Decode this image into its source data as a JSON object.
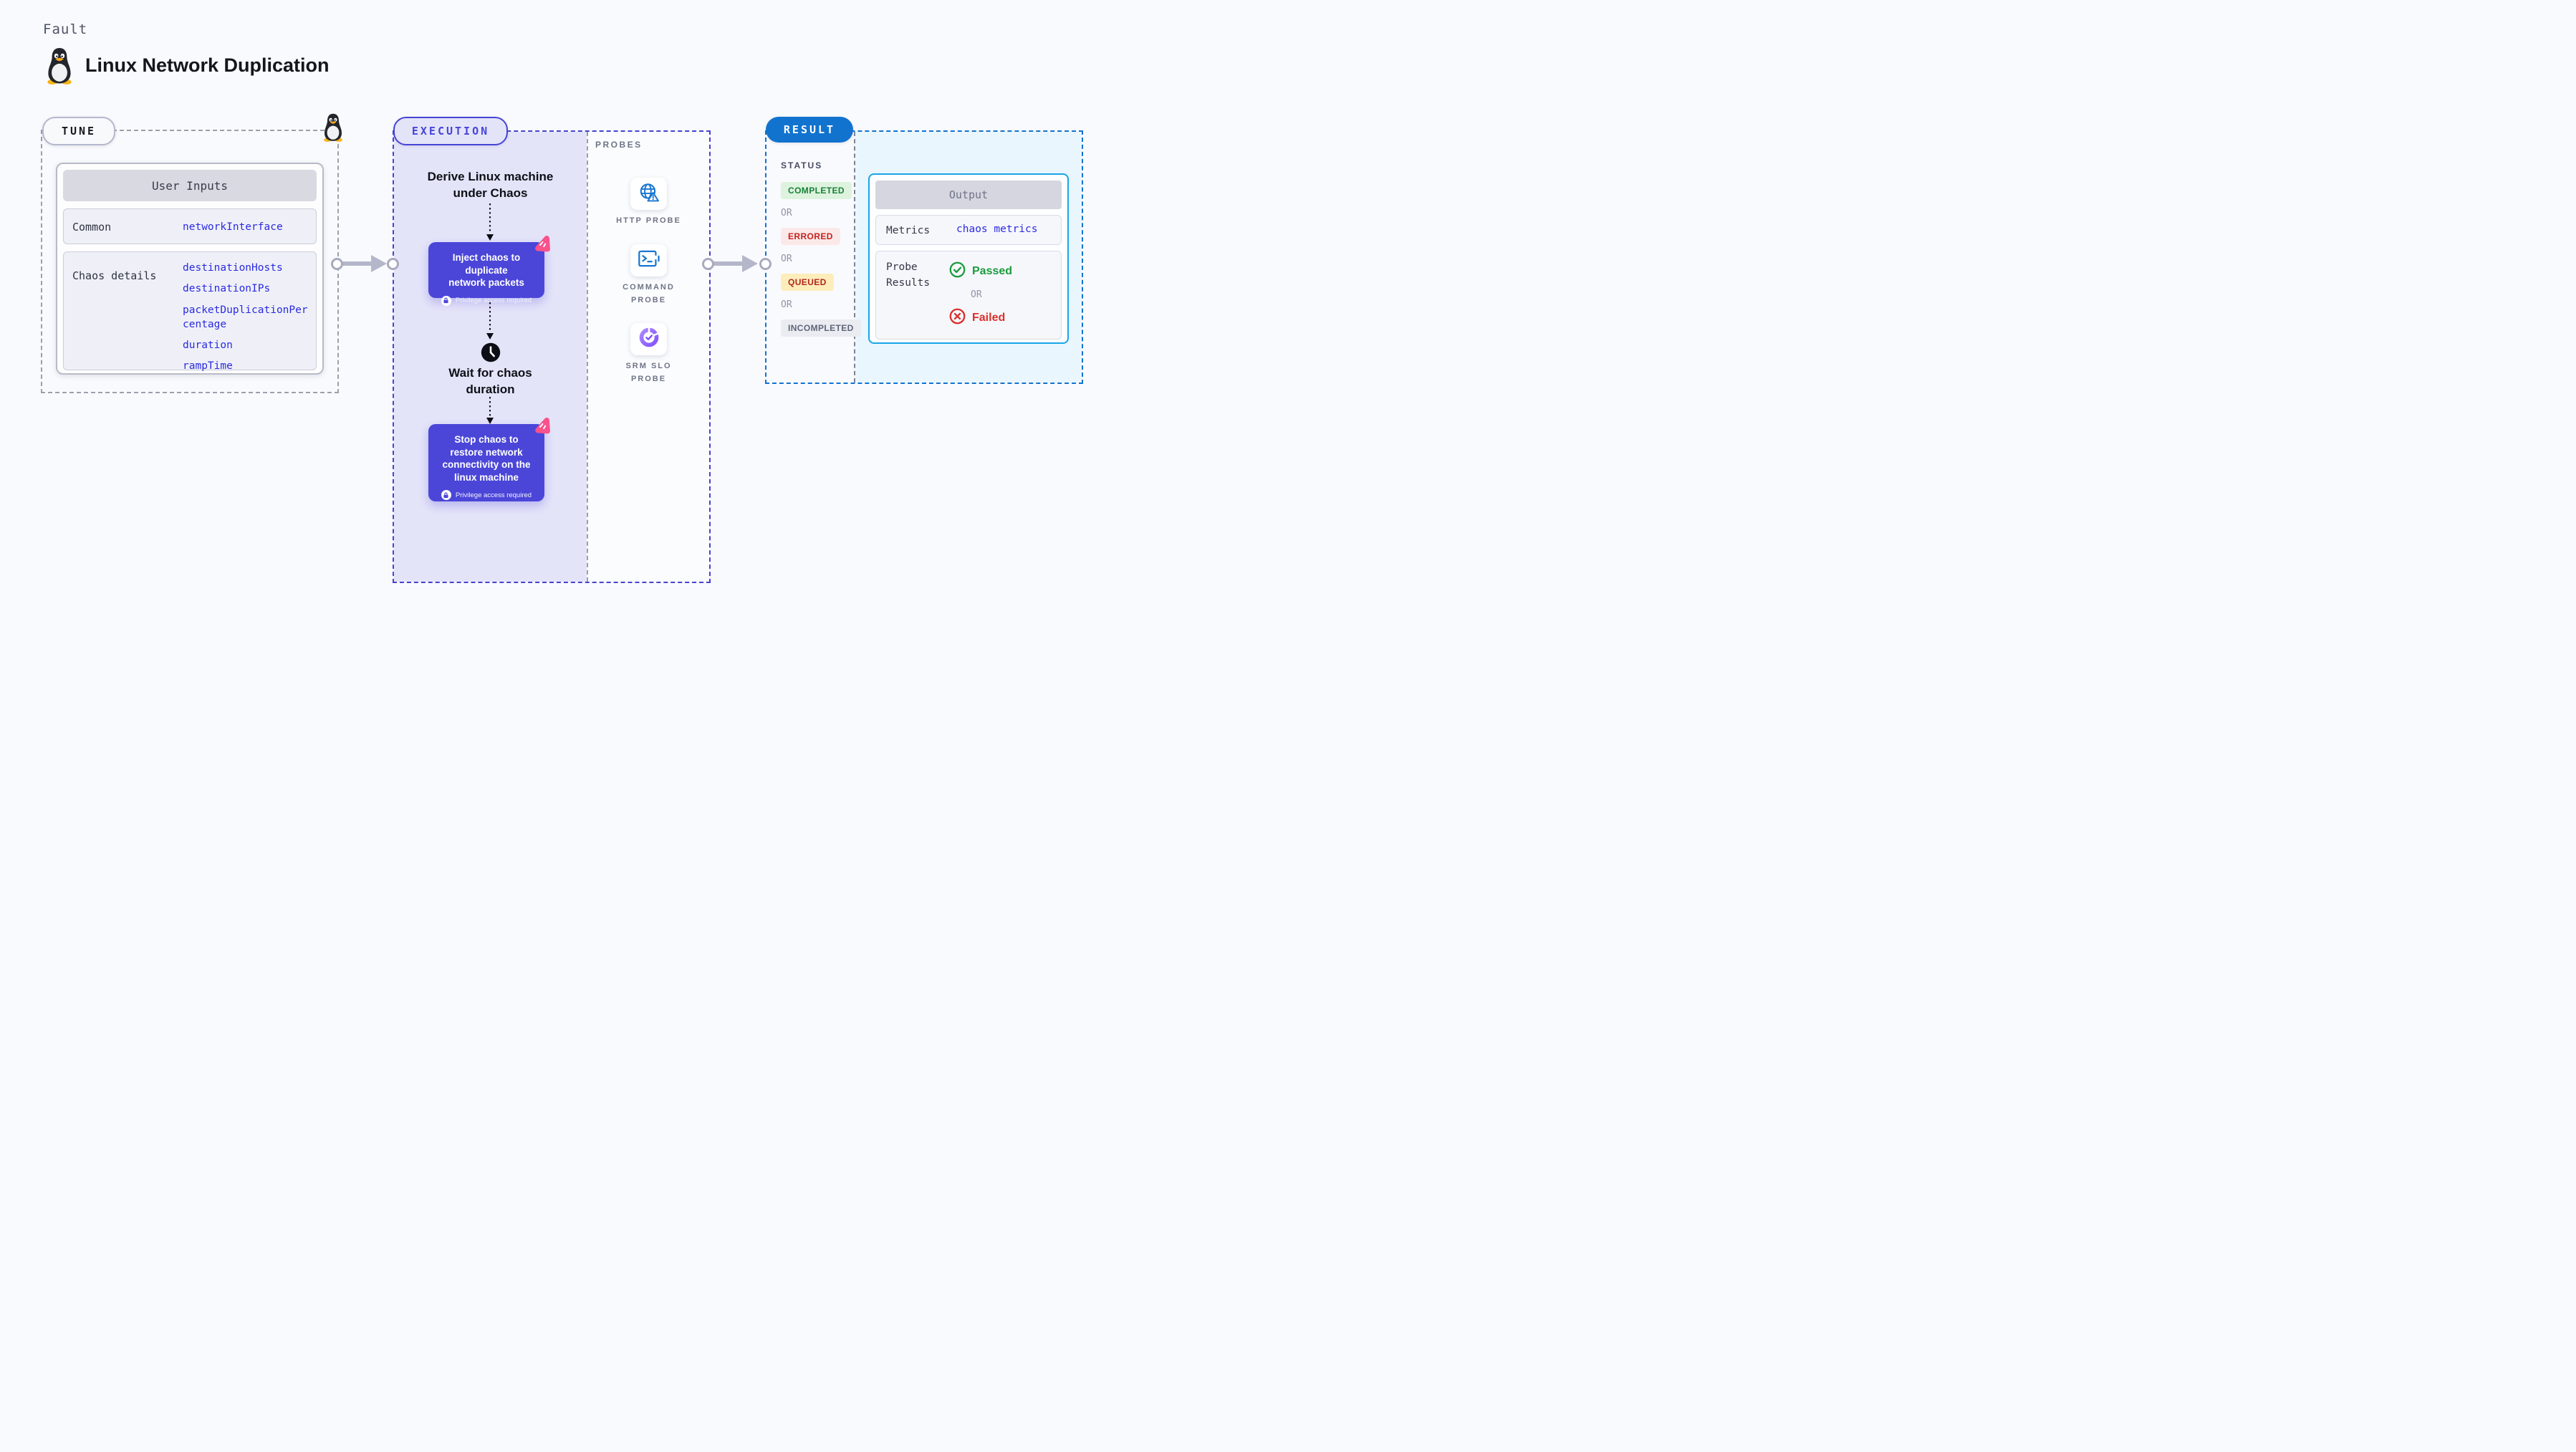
{
  "header": {
    "eyebrow": "Fault",
    "title": "Linux Network Duplication"
  },
  "tune": {
    "pill": "TUNE",
    "table": {
      "header": "User Inputs",
      "rows": [
        {
          "label": "Common",
          "values": [
            "networkInterface"
          ]
        },
        {
          "label": "Chaos details",
          "values": [
            "destinationHosts",
            "destinationIPs",
            "packetDuplicationPercentage",
            "duration",
            "rampTime"
          ]
        }
      ]
    }
  },
  "execution": {
    "pill": "EXECUTION",
    "derive_label": "Derive Linux machine\nunder Chaos",
    "inject": {
      "text": "Inject chaos to duplicate\nnetwork packets",
      "badge": "Privilege access required"
    },
    "wait_label": "Wait for chaos\nduration",
    "stop": {
      "text": "Stop chaos to\nrestore network\nconnectivity on the\nlinux machine",
      "badge": "Privilege access required"
    }
  },
  "probes": {
    "heading": "PROBES",
    "items": [
      {
        "label": "HTTP PROBE",
        "icon": "globe-warning-icon"
      },
      {
        "label": "COMMAND\nPROBE",
        "icon": "terminal-icon"
      },
      {
        "label": "SRM SLO\nPROBE",
        "icon": "slo-donut-icon"
      }
    ]
  },
  "result": {
    "pill": "RESULT",
    "status": {
      "heading": "STATUS",
      "or_label": "OR",
      "items": [
        {
          "label": "COMPLETED",
          "text_color": "#188038",
          "bg_color": "#ddf3de"
        },
        {
          "label": "ERRORED",
          "text_color": "#c5221f",
          "bg_color": "#fbe9e9"
        },
        {
          "label": "QUEUED",
          "text_color": "#b3261e",
          "bg_color": "#fdedbb"
        },
        {
          "label": "INCOMPLETED",
          "text_color": "#5f6578",
          "bg_color": "#ebecf2"
        }
      ]
    },
    "output": {
      "header": "Output",
      "metrics_label": "Metrics",
      "metrics_value": "chaos metrics",
      "probe_results_label": "Probe\nResults",
      "passed_label": "Passed",
      "or_label": "OR",
      "failed_label": "Failed"
    }
  },
  "colors": {
    "execution_accent": "#4744d6",
    "chaos_step_bg": "#4b46d8",
    "result_accent": "#1273cf",
    "output_border": "#18a5e8",
    "value_link_blue": "#2a2ae2",
    "probe_icon_blue": "#1976d2",
    "slo_purple": "#7c4dff",
    "passed_green": "#1b9c3c",
    "failed_red": "#d9302c",
    "chaos_knot_pink": "#f9528c",
    "arrow_gray": "#b4b7c9"
  }
}
